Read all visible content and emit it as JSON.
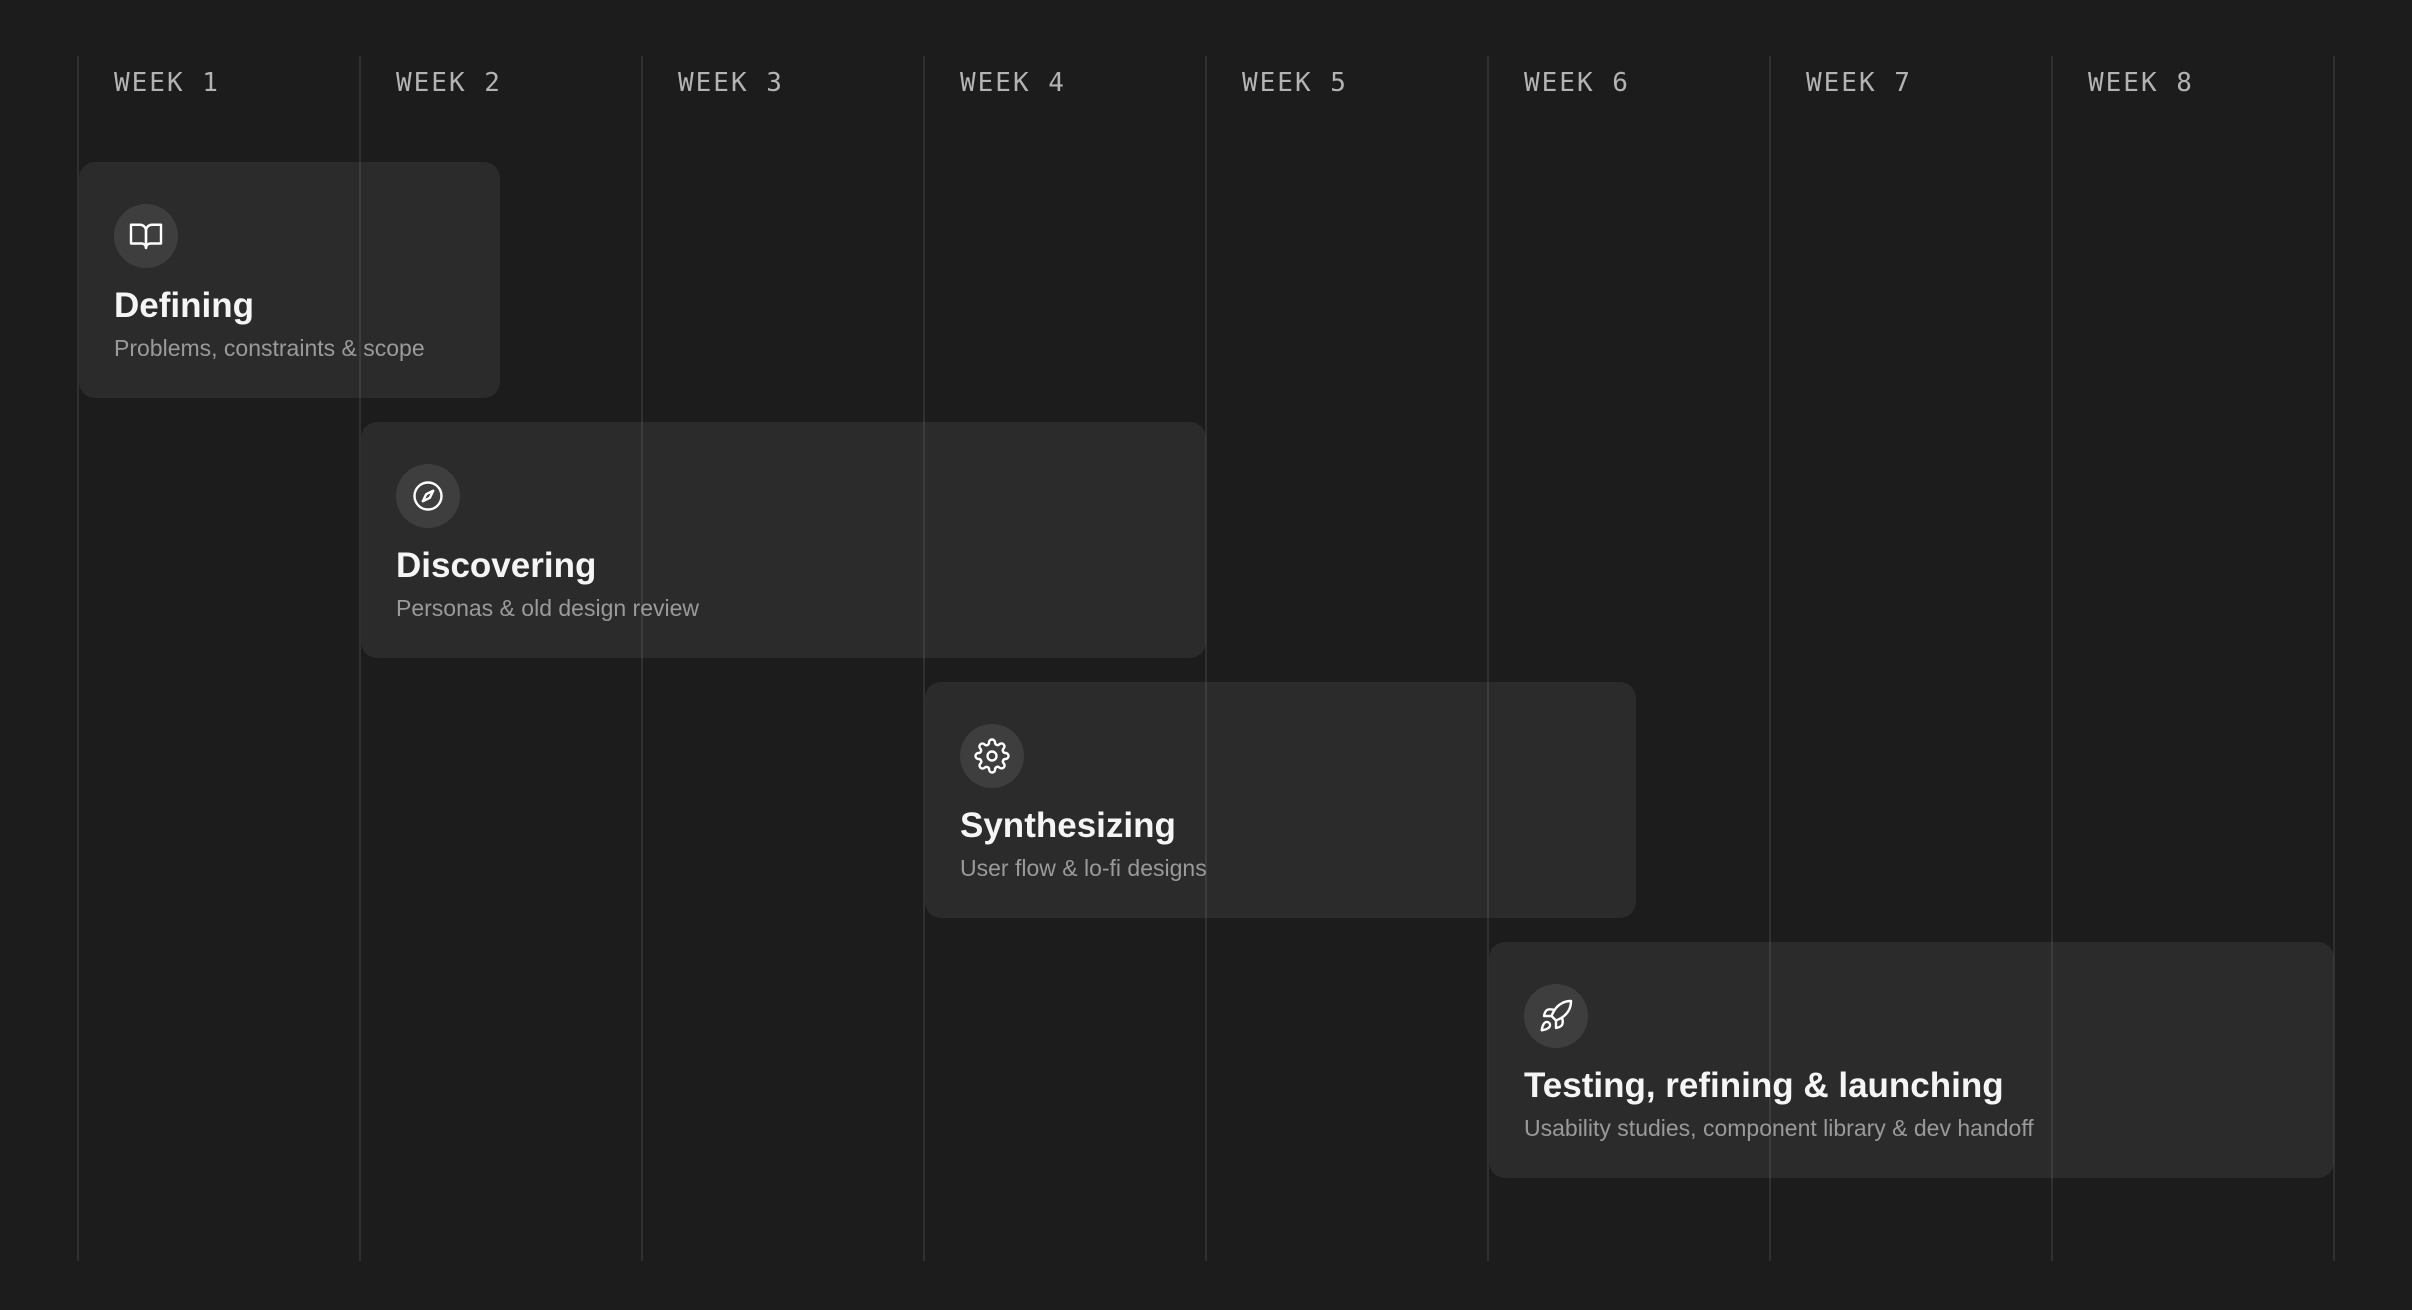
{
  "weeks": [
    "WEEK 1",
    "WEEK 2",
    "WEEK 3",
    "WEEK 4",
    "WEEK 5",
    "WEEK 6",
    "WEEK 7",
    "WEEK 8"
  ],
  "phases": [
    {
      "title": "Defining",
      "description": "Problems, constraints & scope",
      "icon": "book-icon"
    },
    {
      "title": "Discovering",
      "description": "Personas & old design review",
      "icon": "compass-icon"
    },
    {
      "title": "Synthesizing",
      "description": "User flow & lo-fi designs",
      "icon": "gear-icon"
    },
    {
      "title": "Testing, refining & launching",
      "description": "Usability studies, component library & dev handoff",
      "icon": "rocket-icon"
    }
  ],
  "colors": {
    "background": "#1c1c1c",
    "card": "#2a2a2a",
    "title": "#f5f5f5",
    "description": "#9a9a9a",
    "week_label": "#b3b3b3"
  }
}
